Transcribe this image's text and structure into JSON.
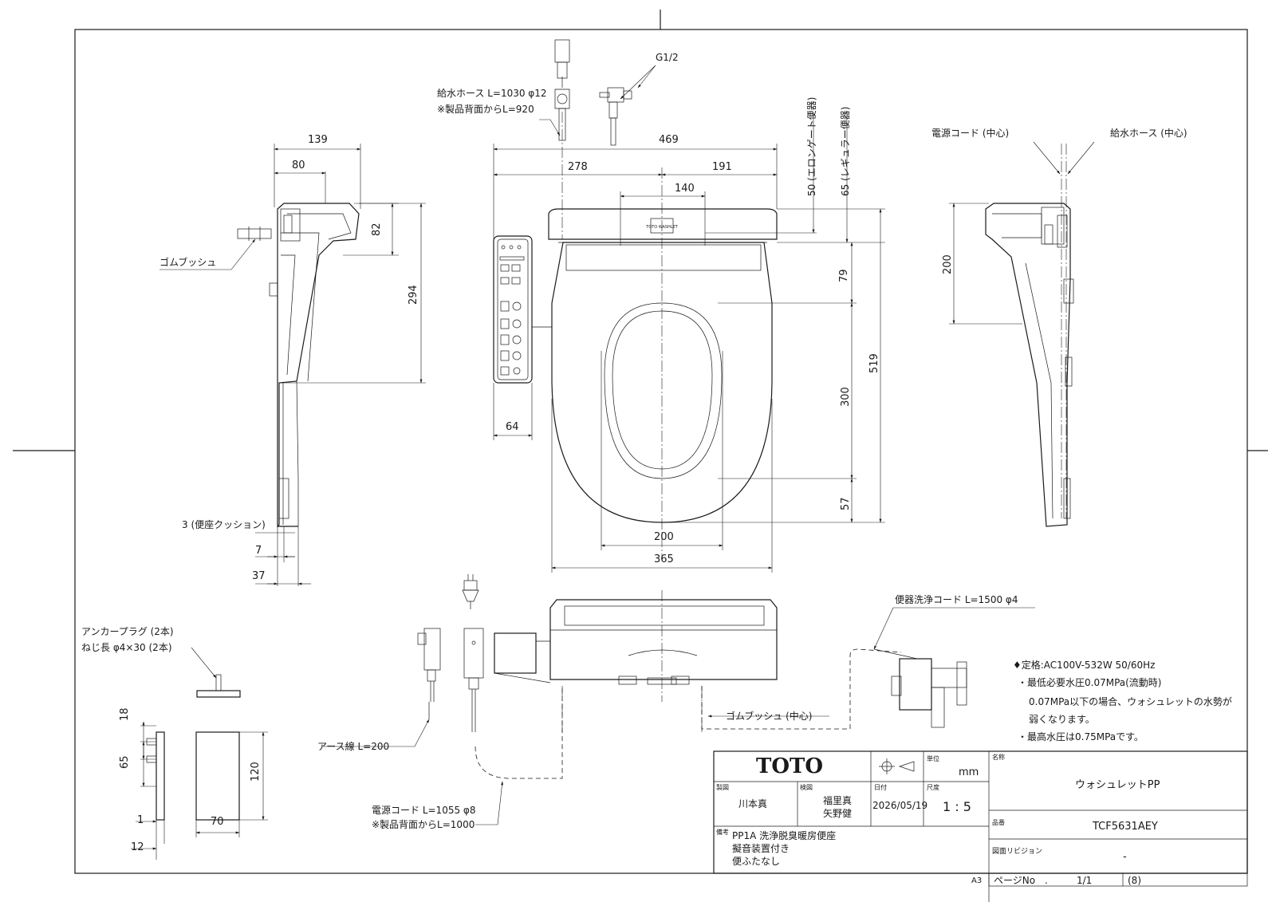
{
  "dims_top": {
    "side_139": "139",
    "side_80": "80",
    "side_82": "82",
    "side_294": "294",
    "w_469": "469",
    "w_278": "278",
    "w_191": "191",
    "w_140": "140",
    "h_79": "79",
    "h_519": "519",
    "h_300": "300",
    "h_57": "57",
    "w_64": "64",
    "w_200": "200",
    "w_365": "365",
    "side_7": "7",
    "side_37": "37",
    "right_200": "200",
    "v_50": "50 (エロンゲート便器)",
    "v_65": "65 (レギュラー便器)"
  },
  "labels": {
    "hose": "給水ホース L=1030 φ12",
    "hose_note": "※製品背面からL=920",
    "g12": "G1/2",
    "rubber_bush": "ゴムブッシュ",
    "cushion": "3 (便座クッション)",
    "power_cord_center": "電源コード (中心)",
    "hose_center": "給水ホース (中心)",
    "anchor1": "アンカープラグ (2本)",
    "anchor2": "ねじ長 φ4×30 (2本)",
    "earth": "アース線 L=200",
    "power_cord": "電源コード L=1055 φ8",
    "power_note": "※製品背面からL=1000",
    "rubber_bush_center": "ゴムブッシュ (中心)",
    "flush_cord": "便器洗浄コード L=1500 φ4",
    "logo_text": "TOTO WASHLET"
  },
  "bracket_dims": {
    "d18": "18",
    "d65": "65",
    "d120": "120",
    "d1": "1",
    "d70": "70",
    "d12": "12"
  },
  "specs": [
    "♦定格:AC100V-532W 50/60Hz",
    "・最低必要水圧0.07MPa(流動時)",
    "0.07MPa以下の場合、ウォシュレットの水勢が",
    "弱くなります。",
    "・最高水圧は0.75MPaです。"
  ],
  "title_block": {
    "brand": "TOTO",
    "unit_label": "単位",
    "unit": "mm",
    "drawn_label": "製図",
    "drawn": "川本真",
    "checked_label": "検図",
    "checked1": "福里真",
    "checked2": "矢野健",
    "date_label": "日付",
    "date": "2026/05/19",
    "scale_label": "尺度",
    "scale": "1 : 5",
    "name_label": "名称",
    "name": "ウォシュレットPP",
    "model_label": "品番",
    "model": "TCF5631AEY",
    "remark_label": "備考",
    "remark1": "PP1A 洗浄脱臭暖房便座",
    "remark2": "擬音装置付き",
    "remark3": "便ふたなし",
    "revision_label": "図面リビジョン",
    "revision": "-",
    "page_label": "ページNo",
    "page_dot": ".",
    "page": "1/1",
    "page_mark": "(8)",
    "sheet_size": "A3"
  }
}
